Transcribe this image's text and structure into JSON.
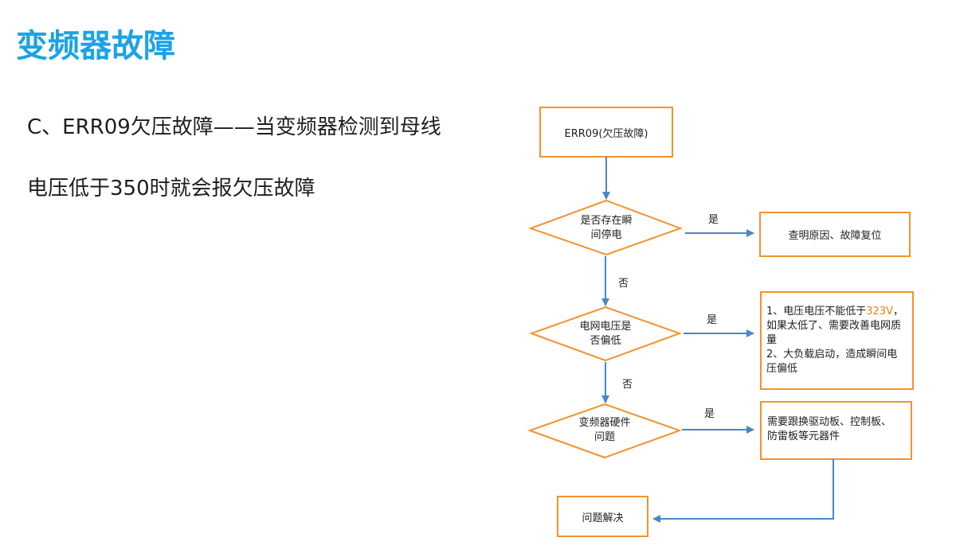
{
  "header": {
    "title": "变频器故障"
  },
  "description": {
    "line1": "C、ERR09欠压故障——当变频器检测到母线",
    "line2": "电压低于350时就会报欠压故障"
  },
  "flowchart": {
    "start": "ERR09(欠压故障)",
    "decision1": {
      "line1": "是否存在瞬",
      "line2": "间停电"
    },
    "decision2": {
      "line1": "电网电压是",
      "line2": "否偏低"
    },
    "decision3": {
      "line1": "变频器硬件",
      "line2": "问题"
    },
    "action1": "查明原因、故障复位",
    "action2": {
      "l1_prefix": "1、电压电压不能低于",
      "l1_value": "323V",
      "l1_suffix": "，",
      "l2": "如果太低了、需要改善电网质",
      "l3": "量",
      "l4": "2、大负载启动，造成瞬间电",
      "l5": "压偏低"
    },
    "action3": {
      "l1": "需要跟换驱动板、控制板、",
      "l2": "防雷板等元器件"
    },
    "end": "问题解决",
    "yes_label": "是",
    "no_label": "否"
  },
  "colors": {
    "title": "#1aa3e8",
    "box_border": "#f2932e",
    "arrow": "#4a86c8"
  }
}
